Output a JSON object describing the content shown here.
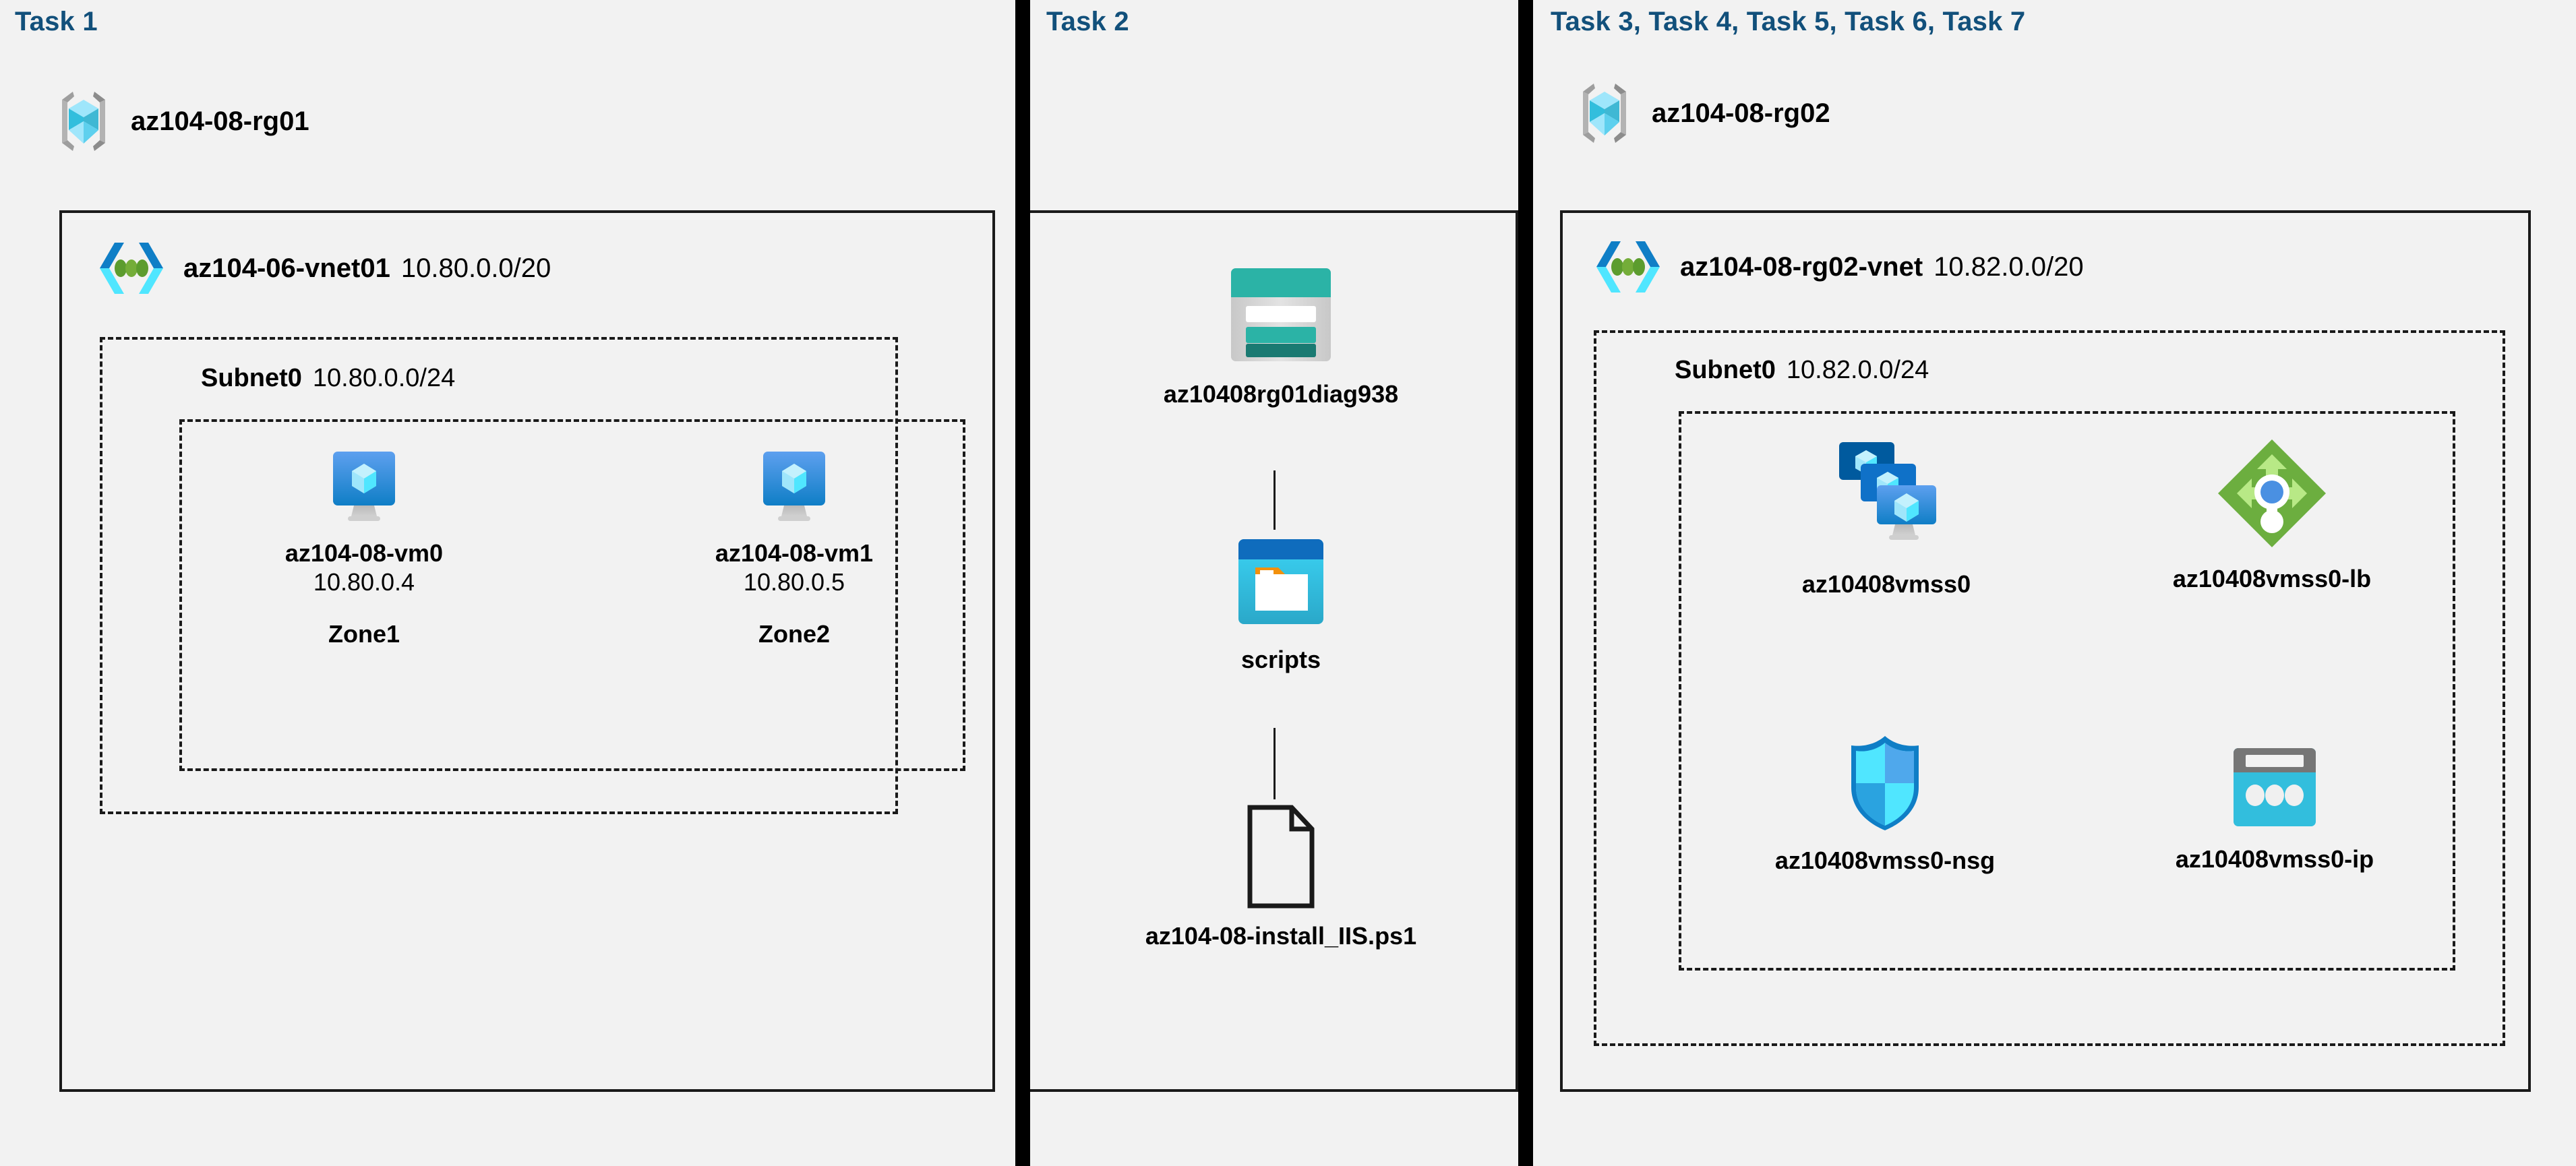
{
  "columns": [
    {
      "title": "Task 1",
      "resource_group": {
        "name": "az104-08-rg01",
        "icon": "resource-group-icon"
      },
      "vnet": {
        "name": "az104-06-vnet01",
        "cidr": "10.80.0.0/20",
        "icon": "virtual-network-icon"
      },
      "subnet": {
        "name": "Subnet0",
        "cidr": "10.80.0.0/24"
      },
      "vms": [
        {
          "name": "az104-08-vm0",
          "ip": "10.80.0.4",
          "zone": "Zone1",
          "icon": "virtual-machine-icon"
        },
        {
          "name": "az104-08-vm1",
          "ip": "10.80.0.5",
          "zone": "Zone2",
          "icon": "virtual-machine-icon"
        }
      ]
    },
    {
      "title": "Task 2",
      "items": [
        {
          "name": "az10408rg01diag938",
          "icon": "storage-account-icon"
        },
        {
          "name": "scripts",
          "icon": "blob-container-icon"
        },
        {
          "name": "az104-08-install_IIS.ps1",
          "icon": "file-icon"
        }
      ]
    },
    {
      "title": "Task 3, Task 4, Task 5, Task 6, Task 7",
      "resource_group": {
        "name": "az104-08-rg02",
        "icon": "resource-group-icon"
      },
      "vnet": {
        "name": "az104-08-rg02-vnet",
        "cidr": "10.82.0.0/20",
        "icon": "virtual-network-icon"
      },
      "subnet": {
        "name": "Subnet0",
        "cidr": "10.82.0.0/24"
      },
      "resources": [
        {
          "name": "az10408vmss0",
          "icon": "vm-scale-set-icon"
        },
        {
          "name": "az10408vmss0-lb",
          "icon": "load-balancer-icon"
        },
        {
          "name": "az10408vmss0-nsg",
          "icon": "network-security-group-icon"
        },
        {
          "name": "az10408vmss0-ip",
          "icon": "public-ip-address-icon"
        }
      ]
    }
  ],
  "colors": {
    "background": "#f2f2f2",
    "task_title": "#12507b",
    "border": "#1a1a1a",
    "azure_blue": "#0078d4",
    "cyan": "#32bedd",
    "teal": "#2bb3a6",
    "green": "#6cae3f",
    "grey": "#a0a0a0",
    "orange": "#f2900c"
  }
}
